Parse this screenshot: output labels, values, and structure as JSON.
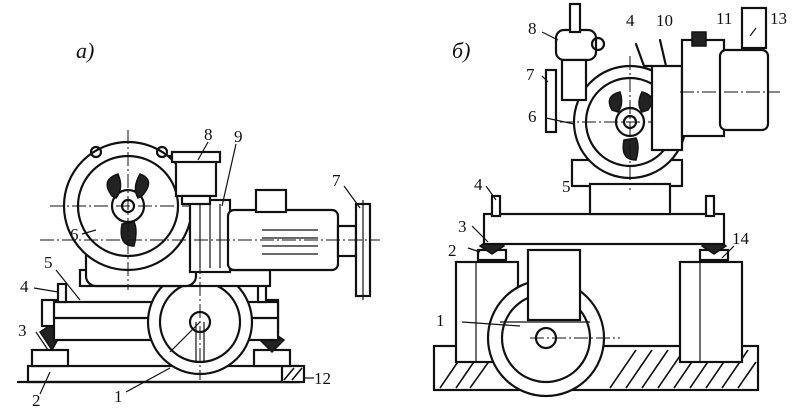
{
  "diagram": {
    "panel_a": {
      "caption": "а)",
      "labels": [
        "1",
        "2",
        "3",
        "4",
        "5",
        "6",
        "7",
        "8",
        "9",
        "12"
      ]
    },
    "panel_b": {
      "caption": "б)",
      "labels": [
        "1",
        "2",
        "3",
        "4",
        "4",
        "5",
        "6",
        "7",
        "8",
        "10",
        "11",
        "13",
        "14"
      ]
    }
  }
}
